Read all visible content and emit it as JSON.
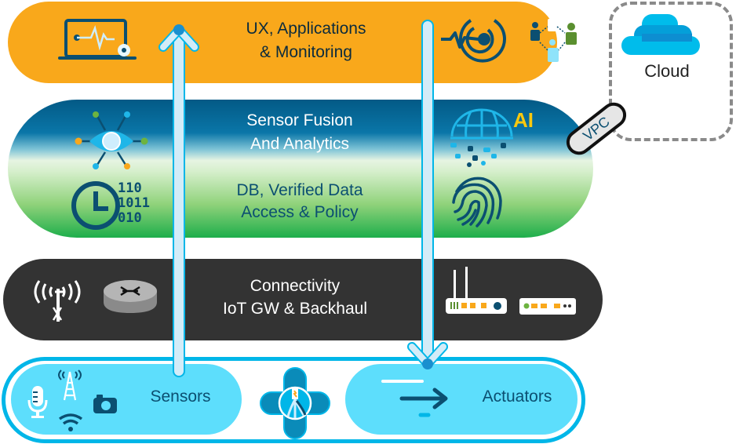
{
  "layers": {
    "apps": {
      "line1": "UX, Applications",
      "line2": "& Monitoring",
      "color": "#F9A81B"
    },
    "analytics": {
      "line1": "Sensor Fusion",
      "line2": "And Analytics",
      "color_top": "#035A86"
    },
    "data": {
      "line1": "DB, Verified Data",
      "line2": "Access & Policy",
      "color_bottom": "#1DAE4B"
    },
    "connectivity": {
      "line1": "Connectivity",
      "line2": "IoT GW & Backhaul",
      "color": "#333333"
    },
    "edge": {
      "sensors_label": "Sensors",
      "actuators_label": "Actuators",
      "color": "#5DDEFC",
      "border": "#00B6E8"
    }
  },
  "cloud": {
    "label": "Cloud"
  },
  "vpc": {
    "label": "VPC"
  },
  "ai": {
    "label": "AI"
  },
  "binary": {
    "line1": "110",
    "line2": "1011",
    "line3": "010"
  },
  "icons": [
    "laptop-monitoring-icon",
    "target-pulse-icon",
    "people-network-icon",
    "eye-network-icon",
    "globe-data-icon",
    "clock-binary-icon",
    "fingerprint-icon",
    "cell-tower-icon",
    "router-icon",
    "wireless-router-icon",
    "switch-icon",
    "microphone-icon",
    "antenna-icon",
    "wifi-icon",
    "camera-icon",
    "drone-cross-icon",
    "actuator-arrow-icon",
    "cloud-icon"
  ]
}
